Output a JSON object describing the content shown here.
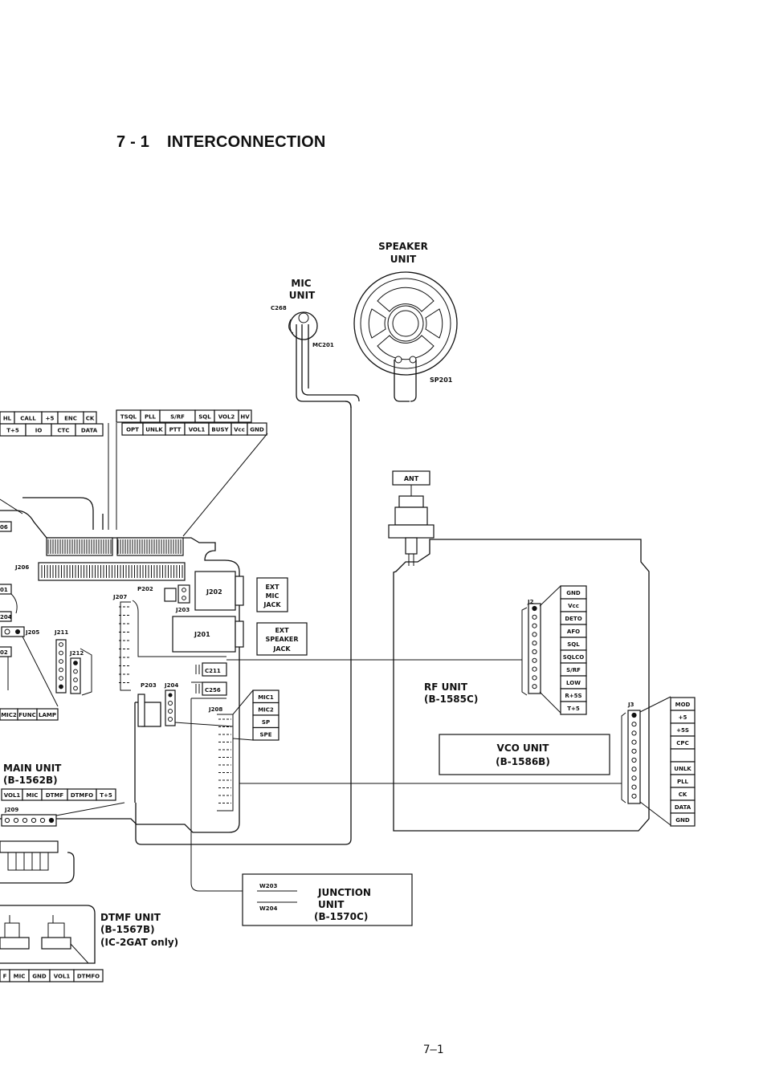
{
  "section": {
    "number": "7 - 1",
    "title": "INTERCONNECTION"
  },
  "page_number": "7–1",
  "units": {
    "speaker": {
      "line1": "SPEAKER",
      "line2": "UNIT",
      "ref": "SP201"
    },
    "mic": {
      "line1": "MIC",
      "line2": "UNIT",
      "cap_ref": "C268",
      "ref": "MC201"
    },
    "antenna": "ANT",
    "rf": {
      "line1": "RF UNIT",
      "line2": "(B-1585C)"
    },
    "vco": {
      "line1": "VCO UNIT",
      "line2": "(B-1586B)"
    },
    "main": {
      "line1": "MAIN UNIT",
      "line2": "(B-1562B)"
    },
    "junction": {
      "line1": "JUNCTION",
      "line2": "UNIT",
      "line3": "(B-1570C)",
      "w1": "W203",
      "w2": "W204"
    },
    "dtmf": {
      "line1": "DTMF UNIT",
      "line2": "(B-1567B)",
      "line3": "(IC-2GAT only)"
    },
    "ext_mic": {
      "line1": "EXT",
      "line2": "MIC",
      "line3": "JACK"
    },
    "ext_speaker": {
      "line1": "EXT",
      "line2": "SPEAKER",
      "line3": "JACK"
    }
  },
  "connectors": {
    "j2": "J2",
    "j3": "J3",
    "j202": "J202",
    "j201": "J201",
    "j203": "J203",
    "j204": "J204",
    "j205": "J205",
    "j206": "J206",
    "j207": "J207",
    "j208": "J208",
    "j209": "J209",
    "j211": "J211",
    "j212": "J212",
    "p202": "P202",
    "p203": "P203",
    "c211": "C211",
    "c256": "C256",
    "left_partials": [
      "06",
      "01",
      "204",
      "02"
    ]
  },
  "pin_labels": {
    "j2": [
      "GND",
      "Vcc",
      "DETO",
      "AFO",
      "SQL",
      "SQLCO",
      "S/RF",
      "LOW",
      "R+5S",
      "T+5"
    ],
    "j3": [
      "MOD",
      "+5",
      "+5S",
      "CPC",
      "",
      "UNLK",
      "PLL",
      "CK",
      "DATA",
      "GND"
    ],
    "j208": [
      "MIC1",
      "MIC2",
      "SP",
      "SPE"
    ],
    "top_left_row1": [
      "HL",
      "CALL",
      "+5",
      "ENC",
      "CK"
    ],
    "top_left_row2": [
      "T+5",
      "IO",
      "CTC",
      "DATA"
    ],
    "top_right_row1": [
      "TSQL",
      "PLL",
      "S/RF",
      "SQL",
      "VOL2",
      "HV"
    ],
    "top_right_row2": [
      "OPT",
      "UNLK",
      "PTT",
      "VOL1",
      "BUSY",
      "Vcc",
      "GND"
    ],
    "main_left_row": [
      "MIC2",
      "FUNC",
      "LAMP"
    ],
    "main_bottom_row": [
      "VOL1",
      "MIC",
      "DTMF",
      "DTMFO",
      "T+5"
    ],
    "dtmf_bottom_row": [
      "F",
      "MIC",
      "GND",
      "VOL1",
      "DTMFO"
    ]
  }
}
